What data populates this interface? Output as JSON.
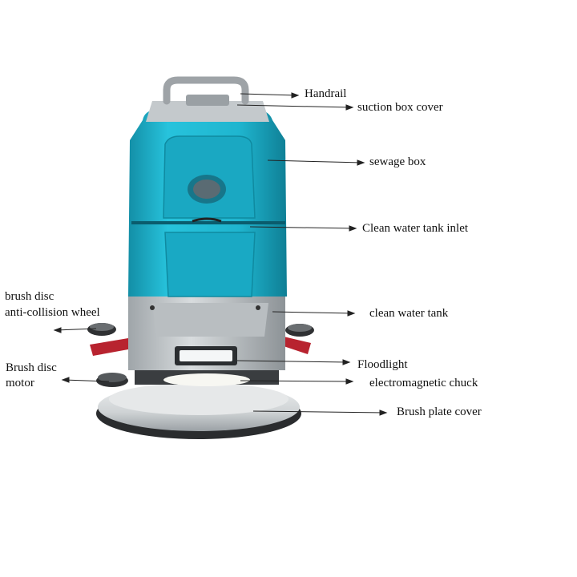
{
  "labels": {
    "handrail": "Handrail",
    "suction_box_cover": "suction box cover",
    "sewage_box": "sewage box",
    "clean_water_tank_inlet": "Clean water tank inlet",
    "brush_disc_wheel_line1": "brush disc",
    "brush_disc_wheel_line2": "anti-collision wheel",
    "clean_water_tank": "clean water tank",
    "brush_disc_motor_line1": "Brush disc",
    "brush_disc_motor_line2": "motor",
    "floodlight": "Floodlight",
    "electromagnetic_chuck": "electromagnetic chuck",
    "brush_plate_cover": "Brush plate cover"
  },
  "colors": {
    "body_teal": "#1fb5cf",
    "body_teal_dark": "#138ea6",
    "grey_base": "#c9cdd0",
    "dark_grey": "#3a3d40",
    "accent_red": "#b8232f",
    "leader_line": "#222222"
  }
}
